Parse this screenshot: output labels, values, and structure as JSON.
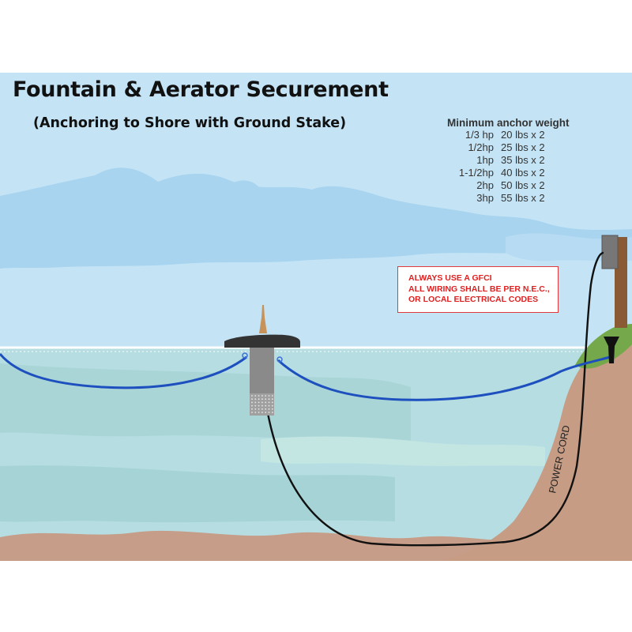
{
  "title": "Fountain & Aerator Securement",
  "subtitle": "(Anchoring to Shore with Ground Stake)",
  "anchor_table": {
    "heading": "Minimum anchor weight",
    "rows": [
      {
        "hp": "1/3 hp",
        "weight": "20 lbs x 2"
      },
      {
        "hp": "1/2hp",
        "weight": "25 lbs x 2"
      },
      {
        "hp": "1hp",
        "weight": "35 lbs x 2"
      },
      {
        "hp": "1-1/2hp",
        "weight": "40 lbs x 2"
      },
      {
        "hp": "2hp",
        "weight": "50 lbs x 2"
      },
      {
        "hp": "3hp",
        "weight": "55 lbs x 2"
      }
    ]
  },
  "warning": {
    "lines": [
      "ALWAYS USE A GFCI",
      "ALL WIRING SHALL BE PER N.E.C.,",
      "OR LOCAL ELECTRICAL CODES"
    ],
    "color": "#e02020"
  },
  "cord_label": "POWER CORD",
  "colors": {
    "sky": "#c3e3f6",
    "cloud": "#a6d3ef",
    "water": "#b5dde2",
    "shore": "#c79c85",
    "grass": "#74a84a",
    "rope": "#1d4fbe",
    "cord": "#111111",
    "post": "#8a5a34"
  }
}
